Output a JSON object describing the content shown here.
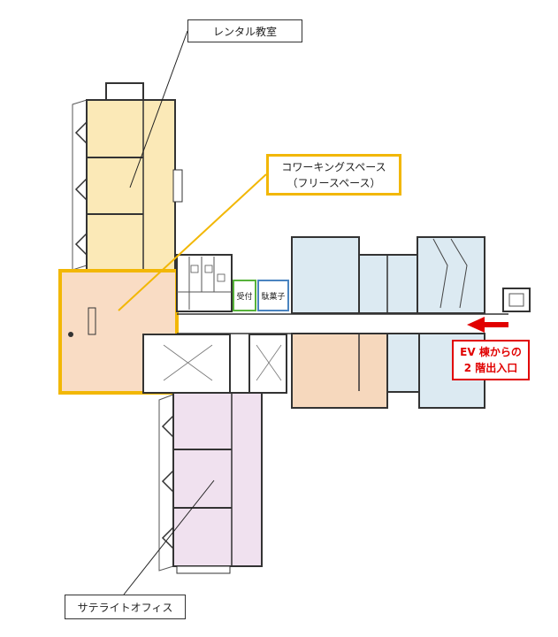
{
  "labels": {
    "rental_classroom": "レンタル教室",
    "coworking_line1": "コワーキングスペース",
    "coworking_line2": "（フリースペース）",
    "satellite_office": "サテライトオフィス",
    "ev_line1": "EV 棟からの",
    "ev_line2": "2 階出入口",
    "reception": "受付",
    "candy_shop": "駄菓子"
  },
  "colors": {
    "rental_area": "#fbe9b7",
    "coworking_area": "#f9dcc4",
    "coworking_outline": "#f2b705",
    "satellite_area": "#f0e1ef",
    "east_rooms": "#dceaf2",
    "center_room": "#f6d8bd",
    "wall": "#333333",
    "ev_accent": "#e10000",
    "reception_border": "#57b23a",
    "candy_border": "#4a84c0"
  },
  "icons": {
    "entrance_arrow": "arrow-left-icon"
  }
}
